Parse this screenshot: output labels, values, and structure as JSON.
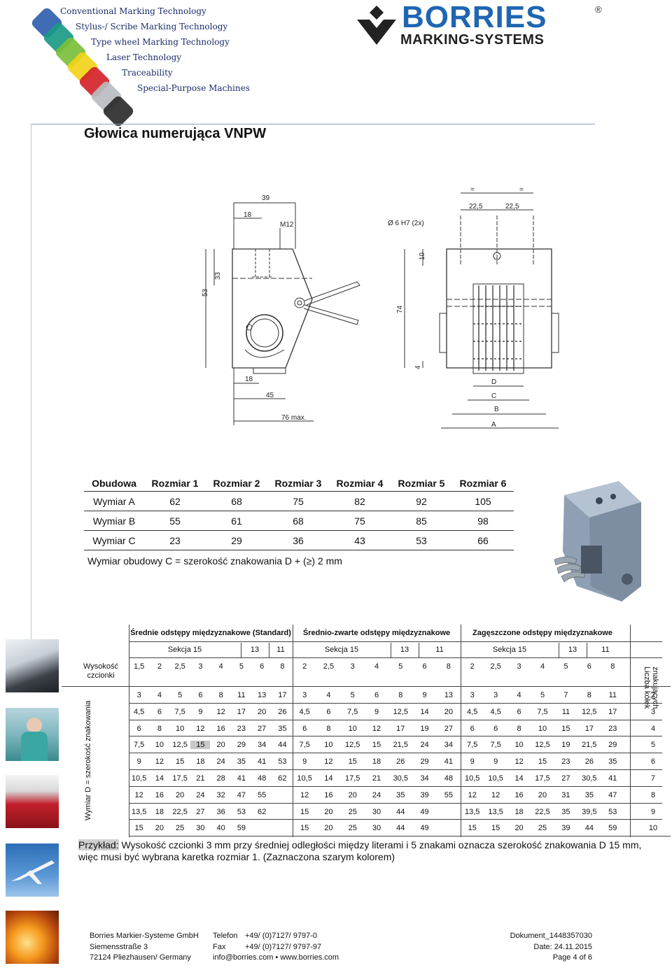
{
  "header": {
    "technologies": [
      {
        "label": "Conventional Marking Technology",
        "color": "#2f5fae"
      },
      {
        "label": "Stylus-/ Scribe Marking Technology",
        "color": "#1a9a86"
      },
      {
        "label": "Type wheel Marking Technology",
        "color": "#7cbf3a"
      },
      {
        "label": "Laser Technology",
        "color": "#f2d21a"
      },
      {
        "label": "Traceability",
        "color": "#d4232a"
      },
      {
        "label": "Special-Purpose Machines",
        "color": "#b9bcc0"
      },
      {
        "label": "",
        "color": "#2b2b2b"
      }
    ],
    "brand_name": "BORRIES",
    "brand_sub": "MARKING-SYSTEMS",
    "registered": "®"
  },
  "title": "Głowica numerująca VNPW",
  "drawing_labels": {
    "side": {
      "d39": "39",
      "d18top": "18",
      "m12": "M12",
      "d53": "53",
      "d33": "33",
      "d18bot": "18",
      "d45": "45",
      "d76": "76 max."
    },
    "front": {
      "eq1": "=",
      "eq2": "=",
      "d225a": "22,5",
      "d225b": "22,5",
      "hole": "Ø 6 H7 (2x)",
      "d10": "10",
      "d74": "74",
      "d4": "4",
      "D": "D",
      "C": "C",
      "B": "B",
      "A": "A"
    }
  },
  "table1": {
    "headers": [
      "Obudowa",
      "Rozmiar 1",
      "Rozmiar 2",
      "Rozmiar 3",
      "Rozmiar 4",
      "Rozmiar 5",
      "Rozmiar 6"
    ],
    "rows": [
      [
        "Wymiar A",
        "62",
        "68",
        "75",
        "82",
        "92",
        "105"
      ],
      [
        "Wymiar B",
        "55",
        "61",
        "68",
        "75",
        "85",
        "98"
      ],
      [
        "Wymiar C",
        "23",
        "29",
        "36",
        "43",
        "53",
        "66"
      ]
    ],
    "note": "Wymiar obudowy C = szerokość znakowania D + (≥) 2 mm"
  },
  "table2": {
    "groups": [
      "Średnie odstępy międzyznakowe (Standard)",
      "Średnio-zwarte odstępy międzyznakowe",
      "Zagęszczone odstępy międzyznakowe"
    ],
    "section_labels": [
      "Sekcja 15",
      "13",
      "11",
      "Sekcja 15",
      "13",
      "11",
      "Sekcja 15",
      "13",
      "11"
    ],
    "row_header": "Wysokość czcionki",
    "row_header_lines": [
      "Wysokość",
      "czcionki"
    ],
    "font_heights": [
      "1,5",
      "2",
      "2,5",
      "3",
      "4",
      "5",
      "6",
      "8",
      "2",
      "2,5",
      "3",
      "4",
      "5",
      "6",
      "8",
      "2",
      "2,5",
      "3",
      "4",
      "5",
      "6",
      "8"
    ],
    "right_header": "Liczba kółek znakujących",
    "right_header_lines": [
      "Liczba kółek",
      "znakujących"
    ],
    "left_header": "Wymiar D = szerokość znakowania",
    "rows": [
      {
        "v": [
          "3",
          "4",
          "5",
          "6",
          "8",
          "11",
          "13",
          "17",
          "3",
          "4",
          "5",
          "6",
          "8",
          "9",
          "13",
          "3",
          "3",
          "4",
          "5",
          "7",
          "8",
          "11"
        ],
        "n": "2"
      },
      {
        "v": [
          "4,5",
          "6",
          "7,5",
          "9",
          "12",
          "17",
          "20",
          "26",
          "4,5",
          "6",
          "7,5",
          "9",
          "12,5",
          "14",
          "20",
          "4,5",
          "4,5",
          "6",
          "7,5",
          "11",
          "12,5",
          "17"
        ],
        "n": "3"
      },
      {
        "v": [
          "6",
          "8",
          "10",
          "12",
          "16",
          "23",
          "27",
          "35",
          "6",
          "8",
          "10",
          "12",
          "17",
          "19",
          "27",
          "6",
          "6",
          "8",
          "10",
          "15",
          "17",
          "23"
        ],
        "n": "4"
      },
      {
        "v": [
          "7,5",
          "10",
          "12,5",
          "15",
          "20",
          "29",
          "34",
          "44",
          "7,5",
          "10",
          "12,5",
          "15",
          "21,5",
          "24",
          "34",
          "7,5",
          "7,5",
          "10",
          "12,5",
          "19",
          "21,5",
          "29"
        ],
        "n": "5"
      },
      {
        "v": [
          "9",
          "12",
          "15",
          "18",
          "24",
          "35",
          "41",
          "53",
          "9",
          "12",
          "15",
          "18",
          "26",
          "29",
          "41",
          "9",
          "9",
          "12",
          "15",
          "23",
          "26",
          "35"
        ],
        "n": "6"
      },
      {
        "v": [
          "10,5",
          "14",
          "17,5",
          "21",
          "28",
          "41",
          "48",
          "62",
          "10,5",
          "14",
          "17,5",
          "21",
          "30,5",
          "34",
          "48",
          "10,5",
          "10,5",
          "14",
          "17,5",
          "27",
          "30,5",
          "41"
        ],
        "n": "7"
      },
      {
        "v": [
          "12",
          "16",
          "20",
          "24",
          "32",
          "47",
          "55",
          "",
          "12",
          "16",
          "20",
          "24",
          "35",
          "39",
          "55",
          "12",
          "12",
          "16",
          "20",
          "31",
          "35",
          "47"
        ],
        "n": "8"
      },
      {
        "v": [
          "13,5",
          "18",
          "22,5",
          "27",
          "36",
          "53",
          "62",
          "",
          "15",
          "20",
          "25",
          "30",
          "44",
          "49",
          "",
          "13,5",
          "13,5",
          "18",
          "22,5",
          "35",
          "39,5",
          "53"
        ],
        "n": "9"
      },
      {
        "v": [
          "15",
          "20",
          "25",
          "30",
          "40",
          "59",
          "",
          "",
          "15",
          "20",
          "25",
          "30",
          "44",
          "49",
          "",
          "15",
          "15",
          "20",
          "25",
          "39",
          "44",
          "59"
        ],
        "n": "10"
      }
    ],
    "highlight": {
      "row": 3,
      "col": 3,
      "color": "#c8c8c8"
    }
  },
  "example": {
    "label": "Przykład:",
    "text": " Wysokość czcionki 3 mm przy średniej odległości między literami i 5 znakami oznacza szerokość znakowania D 15 mm, więc musi być wybrana karetka rozmiar 1. (Zaznaczona szarym kolorem)"
  },
  "footer": {
    "company": [
      "Borries Markier-Systeme GmbH",
      "Siemensstraße 3",
      "72124 Pliezhausen/ Germany"
    ],
    "contact_labels": [
      "Telefon",
      "Fax"
    ],
    "contact_values": [
      "+49/ (0)7127/ 9797-0",
      "+49/ (0)7127/ 9797-97"
    ],
    "contact_web": "info@borries.com • www.borries.com",
    "doc": [
      "Dokument_1448357030",
      "Date: 24.11.2015",
      "Page 4 of 6"
    ]
  }
}
